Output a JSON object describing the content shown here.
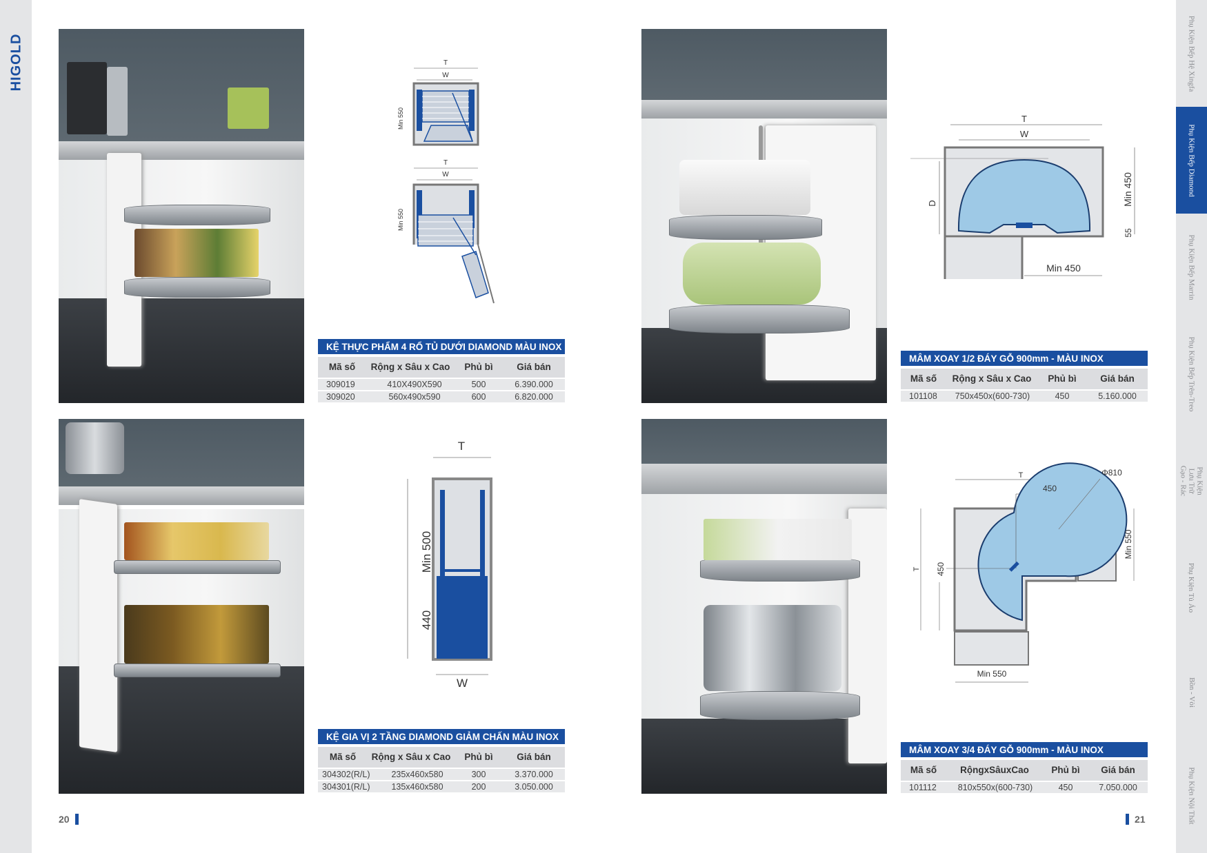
{
  "brand": {
    "logo": "HIGOLD",
    "accent": "#1a4fa0"
  },
  "side_nav": [
    {
      "label": "Phụ Kiện Bếp Hệ Xingfa",
      "active": false
    },
    {
      "label": "Phụ Kiện Bếp Diamond",
      "active": true
    },
    {
      "label": "Phụ Kiện Bếp Marrin",
      "active": false
    },
    {
      "label": "Phụ Kiện Bếp Trên-Treo",
      "active": false
    },
    {
      "label": "Phụ Kiện Lưu Trữ Gạo - Rác",
      "active": false
    },
    {
      "label": "Phụ Kiện Tủ Áo",
      "active": false
    },
    {
      "label": "Bồn - Vòi",
      "active": false
    },
    {
      "label": "Phụ Kiện Nội Thất",
      "active": false
    }
  ],
  "products": [
    {
      "title": "KỆ THỰC PHẨM 4 RỔ TỦ DƯỚI DIAMOND MÀU INOX",
      "headers": [
        "Mã số",
        "Rộng x Sâu x Cao",
        "Phủ bì",
        "Giá bán"
      ],
      "rows": [
        [
          "309019",
          "410X490X590",
          "500",
          "6.390.000"
        ],
        [
          "309020",
          "560x490x590",
          "600",
          "6.820.000"
        ]
      ],
      "diagram": {
        "t": "T",
        "w": "W",
        "h": "Min 550"
      }
    },
    {
      "title": "KỆ GIA VỊ 2 TẦNG DIAMOND GIẢM CHẤN MÀU INOX",
      "headers": [
        "Mã số",
        "Rộng x Sâu x Cao",
        "Phủ bì",
        "Giá bán"
      ],
      "rows": [
        [
          "304302(R/L)",
          "235x460x580",
          "300",
          "3.370.000"
        ],
        [
          "304301(R/L)",
          "135x460x580",
          "200",
          "3.050.000"
        ]
      ],
      "diagram": {
        "t": "T",
        "w": "W",
        "h1": "Min 500",
        "h2": "440"
      }
    },
    {
      "title": "MÂM XOAY 1/2 ĐÁY GỖ 900mm - MÀU INOX",
      "headers": [
        "Mã số",
        "Rộng x Sâu x Cao",
        "Phủ bì",
        "Giá bán"
      ],
      "rows": [
        [
          "101108",
          "750x450x(600-730)",
          "450",
          "5.160.000"
        ]
      ],
      "diagram": {
        "t": "T",
        "w": "W",
        "d": "D",
        "h": "Min 450",
        "gap": "55",
        "side": "Min 450"
      }
    },
    {
      "title": "MÂM XOAY 3/4 ĐÁY GỖ 900mm - MÀU INOX",
      "headers": [
        "Mã số",
        "RộngxSâuxCao",
        "Phủ bì",
        "Giá bán"
      ],
      "rows": [
        [
          "101112",
          "810x550x(600-730)",
          "450",
          "7.050.000"
        ]
      ],
      "diagram": {
        "t_top": "T",
        "r": "450",
        "phi": "Φ810",
        "t_left": "T",
        "r_left": "450",
        "side": "Min 550",
        "bottom": "Min 550"
      }
    }
  ],
  "pages": {
    "left": "20",
    "right": "21"
  }
}
